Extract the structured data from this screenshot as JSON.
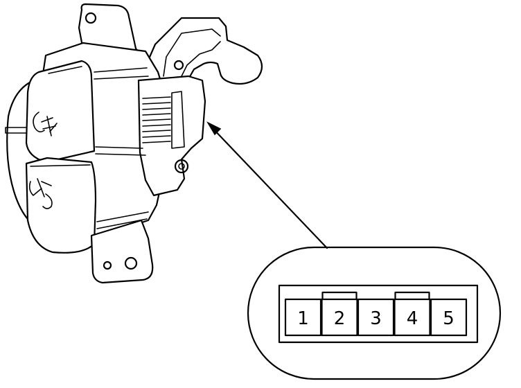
{
  "connector": {
    "pins": [
      "1",
      "2",
      "3",
      "4",
      "5"
    ],
    "keyed_pins": [
      "2",
      "4"
    ]
  },
  "colors": {
    "line": "#000000",
    "background": "#ffffff"
  }
}
